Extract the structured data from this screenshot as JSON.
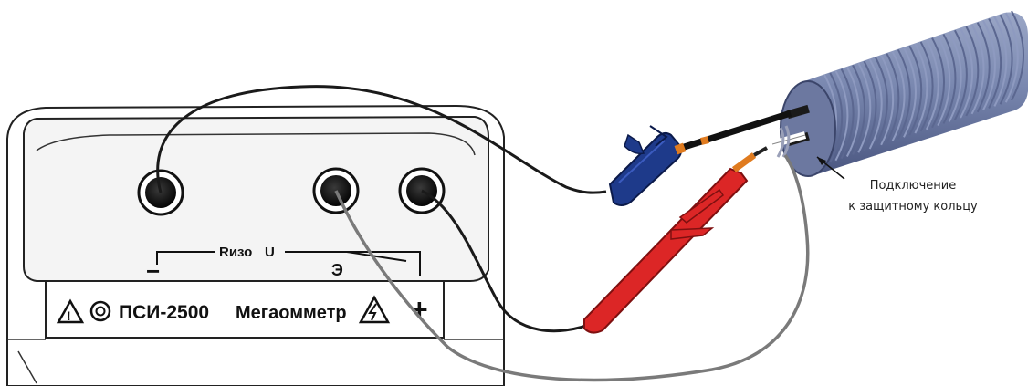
{
  "device": {
    "model": "ПСИ-2500",
    "type_label": "Мегаомметр",
    "riso_label": "Rизо",
    "u_label": "U",
    "minus_label": "−",
    "screen_label": "Э",
    "plus_label": "+"
  },
  "callout": {
    "line1": "Подключение",
    "line2": "к защитному кольцу"
  },
  "colors": {
    "cable": "#7585ab",
    "clamp": "#1e3a8a",
    "probe": "#dc2626",
    "wire_dark": "#1a1a1a",
    "wire_grey": "#7a7a7a",
    "socket": "#111111"
  }
}
